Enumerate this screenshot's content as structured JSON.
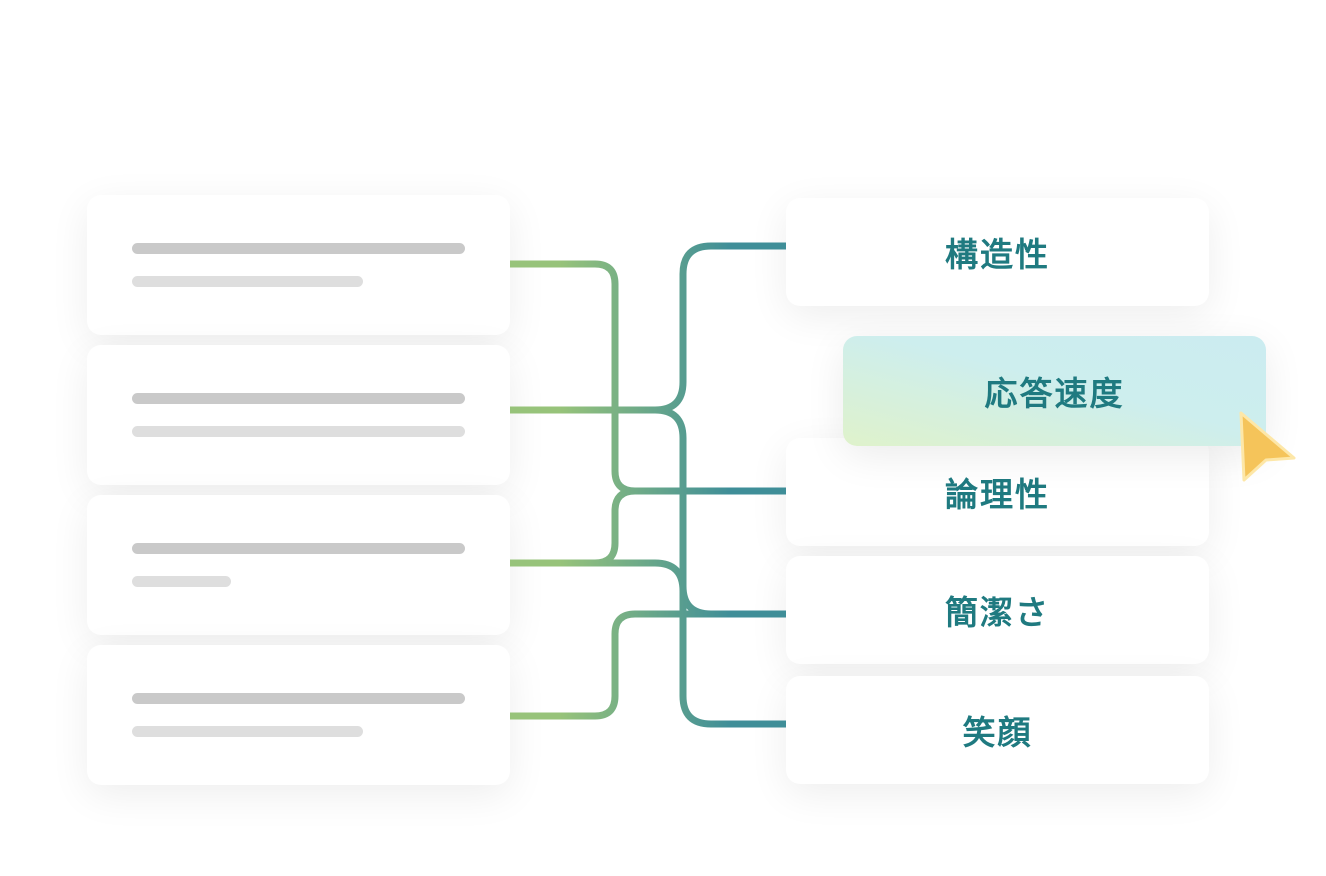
{
  "criteria": [
    {
      "label": "構造性"
    },
    {
      "label": "論理性"
    },
    {
      "label": "簡潔さ"
    },
    {
      "label": "笑顔"
    }
  ],
  "dragged_item": {
    "label": "応答速度"
  },
  "colors": {
    "line_start": "#97c37a",
    "line_end": "#3f8e98",
    "label": "#1f7a80",
    "cursor": "#f5c45a"
  }
}
